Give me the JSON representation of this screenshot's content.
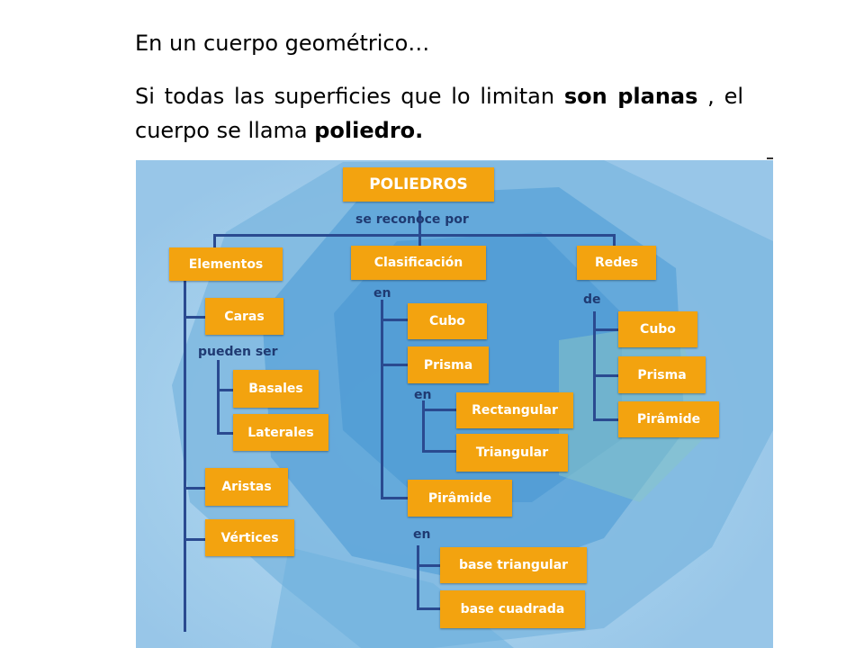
{
  "heading": "En un cuerpo geométrico…",
  "paragraph": {
    "p1": "Si todas las superficies que lo limitan ",
    "b1": "son planas",
    "p2": " , el cuerpo se llama ",
    "b2": "poliedro.",
    "p3": ""
  },
  "colors": {
    "node": "#f3a30f",
    "connector": "#2a4a90",
    "background": "#a9d2ee"
  },
  "map": {
    "root": "POLIEDROS",
    "root_link": "se reconoce por",
    "elementos": {
      "label": "Elementos",
      "caras": "Caras",
      "caras_link": "pueden ser",
      "basales": "Basales",
      "laterales": "Laterales",
      "aristas": "Aristas",
      "vertices": "Vértices"
    },
    "clasificacion": {
      "label": "Clasificación",
      "link": "en",
      "cubo": "Cubo",
      "prisma": "Prisma",
      "prisma_link": "en",
      "rectangular": "Rectangular",
      "triangular": "Triangular",
      "piramide": "Pirâmide",
      "piramide_link": "en",
      "base_triangular": "base triangular",
      "base_cuadrada": "base cuadrada"
    },
    "redes": {
      "label": "Redes",
      "link": "de",
      "cubo": "Cubo",
      "prisma": "Prisma",
      "piramide": "Pirâmide"
    }
  }
}
